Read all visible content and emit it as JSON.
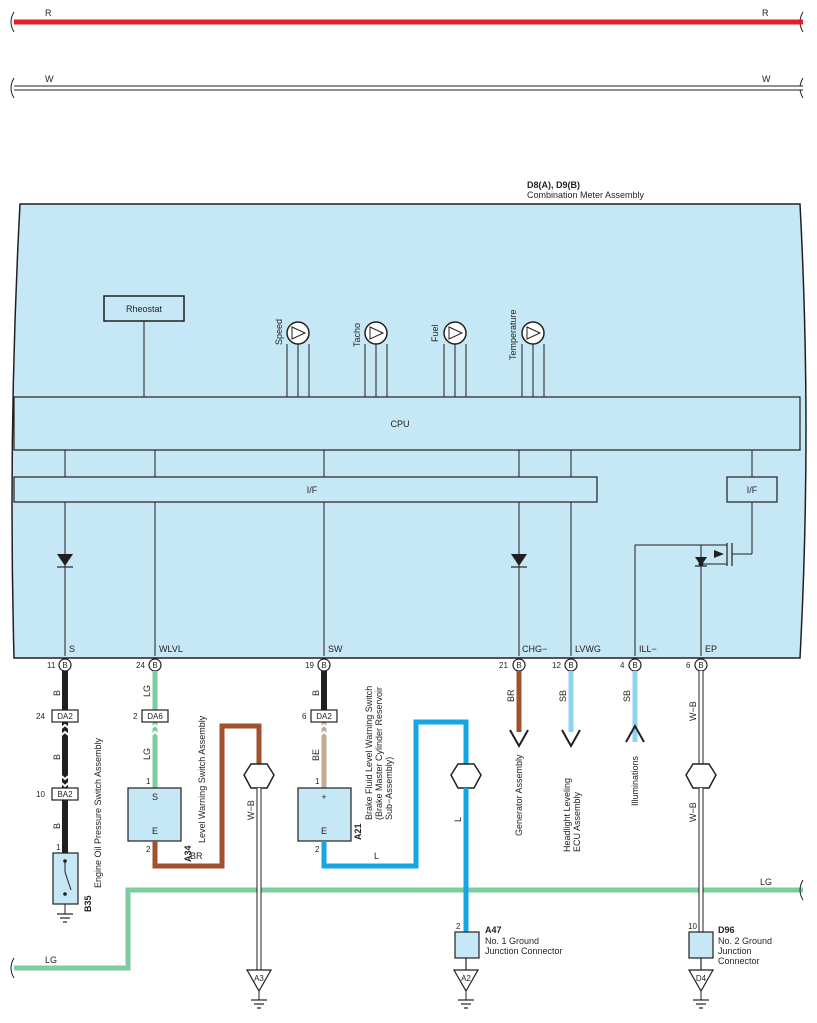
{
  "power": {
    "r_left": "R",
    "r_right": "R",
    "w_left": "W",
    "w_right": "W"
  },
  "meter": {
    "code": "D8(A), D9(B)",
    "name": "Combination Meter Assembly",
    "rheostat": "Rheostat",
    "gauges": [
      "Speed",
      "Tacho",
      "Fuel",
      "Temperature"
    ],
    "cpu": "CPU",
    "if_main": "I/F",
    "if_small": "I/F"
  },
  "terminals": [
    {
      "name": "S",
      "pin": "11",
      "conn": "B"
    },
    {
      "name": "WLVL",
      "pin": "24",
      "conn": "B"
    },
    {
      "name": "SW",
      "pin": "19",
      "conn": "B"
    },
    {
      "name": "CHG−",
      "pin": "21",
      "conn": "B"
    },
    {
      "name": "LVWG",
      "pin": "12",
      "conn": "B"
    },
    {
      "name": "ILL−",
      "pin": "4",
      "conn": "B"
    },
    {
      "name": "EP",
      "pin": "6",
      "conn": "B"
    }
  ],
  "wires": {
    "s_top": "B",
    "s_mid": "B",
    "s_bot": "B",
    "wlvl_top": "LG",
    "wlvl_mid": "LG",
    "sw_top": "B",
    "sw_mid": "BE",
    "chg": "BR",
    "lvwg": "SB",
    "ill": "SB",
    "ep_top": "W−B",
    "ep_bot": "W−B",
    "a34_out": "BR",
    "a34_ground": "W−B",
    "a21_out": "L",
    "a21_ground": "L",
    "lg_left": "LG",
    "lg_right": "LG"
  },
  "connectors": {
    "da2_s": {
      "label": "DA2",
      "pin": "24"
    },
    "ba2": {
      "label": "BA2",
      "pin": "10"
    },
    "da6": {
      "label": "DA6",
      "pin": "2"
    },
    "da2_sw": {
      "label": "DA2",
      "pin": "6"
    }
  },
  "components": {
    "b35": {
      "code": "B35",
      "name": "Engine Oil Pressure Switch Assembly",
      "pin": "1"
    },
    "a34": {
      "code": "A34",
      "name": "Level Warning Switch Assembly",
      "term_s": "S",
      "term_e": "E",
      "pin1": "1",
      "pin2": "2"
    },
    "a21": {
      "code": "A21",
      "name1": "Brake Fluid Level Warning Switch",
      "name2": "(Brake Master Cylinder Reservoir",
      "name3": "Sub−Assembly)",
      "term_p": "+",
      "term_e": "E",
      "pin1": "1",
      "pin2": "2"
    },
    "a47": {
      "code": "A47",
      "name1": "No. 1 Ground",
      "name2": "Junction Connector",
      "pin": "2"
    },
    "d96": {
      "code": "D96",
      "name1": "No. 2 Ground",
      "name2": "Junction",
      "name3": "Connector",
      "pin": "10"
    }
  },
  "destinations": {
    "generator": "Generator Assembly",
    "headlight1": "Headlight Leveling",
    "headlight2": "ECU Assembly",
    "illum": "Illuminations"
  },
  "grounds": {
    "a3": "A3",
    "a2": "A2",
    "d4": "D4"
  },
  "colors": {
    "meter_fill": "#c6e7f5",
    "red": "#e31e26",
    "black": "#231f20",
    "green": "#7ccc9f",
    "brown": "#a0522d",
    "tan": "#c1ac95",
    "blue": "#16a6e3",
    "sky": "#8fd3f2"
  }
}
